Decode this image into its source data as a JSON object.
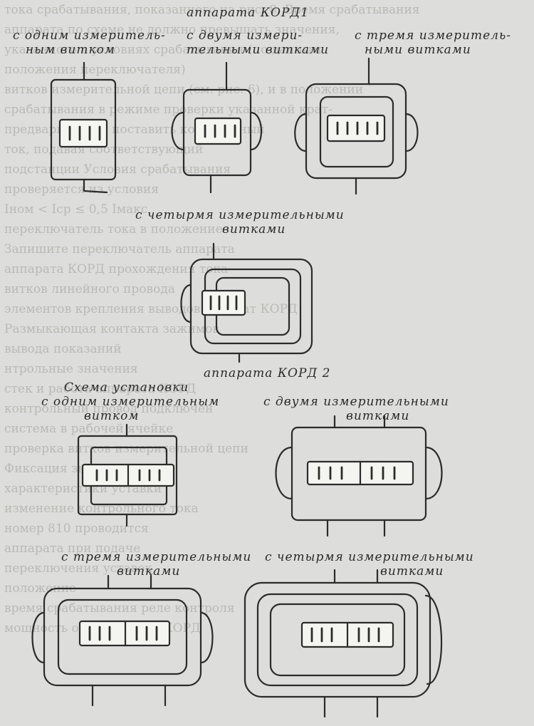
{
  "background_lines": [
    "тока срабатывания, показанного на рис. 8. Время срабатывания",
    "аппарата по схеме не должно превышать значения,",
    "указанного в условиях срабатывания (по данным",
    "положения переключателя)",
    "витков измерительной цепи (см. рис. 6), и в положении",
    "срабатывания в режиме проверки  указанной крат-",
    "предварительно поставить контрольный",
    "ток, подавая соответствующий",
    "подстанции Условия срабатывания",
    "проверяется из условия",
    "Iном < Iср ≤ 0,5 Iмакс",
    "переключатель тока в положение",
    "Запишите переключатель аппарата",
    "аппарата КОРД прохождения тока",
    "витков линейного провода",
    "элементов крепления выводов аппарат КОРД",
    "Размыкающая контакта зажимов",
    "вывода показаний",
    "",
    "нтрольные значения",
    "стек и работа аппарата КОРД",
    "контрольный провод подключен",
    "система в рабочей ячейке",
    "проверка витков измерительной цепи",
    "Фиксация значения тока",
    "характеристики уставки",
    "",
    "изменение контрольного тока",
    "",
    "номер 810 проводится",
    "аппарата при подаче",
    "переключения уставок",
    "положение",
    "время срабатывания реле контроля",
    "мощность от изменения КОРД"
  ],
  "labels": {
    "title_kord1": "аппарата КОРД1",
    "one_turn_a": "с одним измеритель-",
    "one_turn_b": "ным витком",
    "two_turns_a": "с двумя измери-",
    "two_turns_b": "тельными витками",
    "three_turns_a": "с тремя измеритель-",
    "three_turns_b": "ными витками",
    "four_turns_a": "с четырмя измерительными",
    "four_turns_b": "витками",
    "title_kord2": "аппарата КОРД 2",
    "scheme_a": "Схема установки",
    "scheme_b": "с одним измерительным",
    "scheme_c": "витком",
    "two_b_a": "с двумя измерительными",
    "two_b_b": "витками",
    "three_b_a": "с тремя измерительными",
    "three_b_b": "витками",
    "four_b_a": "с четырмя измерительными",
    "four_b_b": "витками"
  }
}
